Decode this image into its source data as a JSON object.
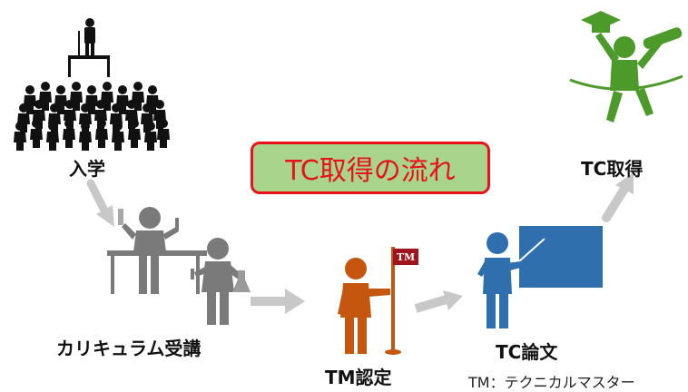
{
  "title": "TC取得の流れ",
  "steps": {
    "enroll": "入学",
    "curriculum": "カリキュラム受講",
    "tm_cert": "TM認定",
    "tc_thesis": "TC論文",
    "tc_acquire": "TC取得"
  },
  "flag_text": "TM",
  "footnote": "TM：テクニカルマスター",
  "colors": {
    "title_border": "#e8121b",
    "title_bg": "#a8d48c",
    "arrow": "#c8c8c8",
    "audience": "#111111",
    "curriculum_figures": "#7a7a7a",
    "tm_figure": "#c5560f",
    "tc_figure": "#2f6fad",
    "winner": "#4c9a2a"
  },
  "icons": [
    "audience-icon",
    "lab-workers-icon",
    "flag-bearer-icon",
    "presenter-icon",
    "graduate-winner-icon"
  ]
}
